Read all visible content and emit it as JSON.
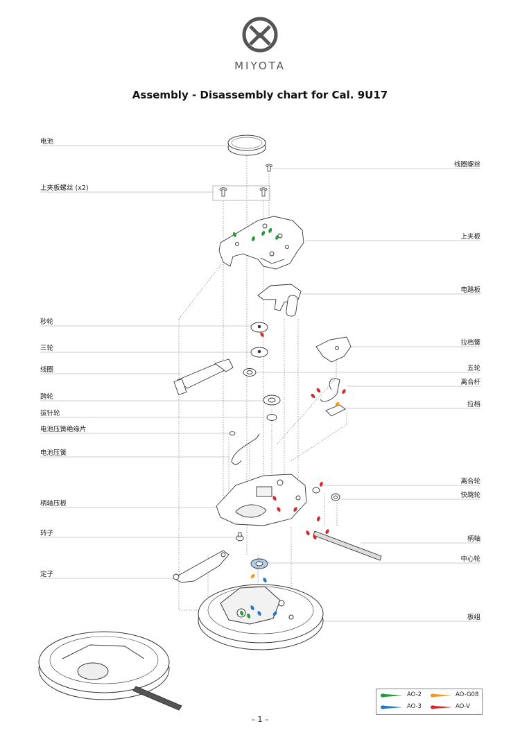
{
  "brand": {
    "name": "MIYOTA"
  },
  "title": "Assembly - Disassembly chart for Cal. 9U17",
  "labels": {
    "battery": "电池",
    "coil_screw": "线圈螺丝",
    "upper_plate_screw": "上夹板螺丝 (x2)",
    "upper_plate": "上夹板",
    "circuit_board": "电路板",
    "second_wheel": "秒轮",
    "third_wheel": "三轮",
    "setting_lever_spring": "拉档簧",
    "coil": "线圈",
    "fifth_wheel": "五轮",
    "yoke": "离合杆",
    "intermediate_wheel": "跨轮",
    "setting_lever": "拉档",
    "setting_wheel": "拔针轮",
    "battery_insulator": "电池压簧绝缘片",
    "battery_spring": "电池压簧",
    "clutch_wheel": "离合轮",
    "stem_plate": "柄轴压板",
    "quick_change_wheel": "快跳轮",
    "rotor": "转子",
    "winding_stem": "柄轴",
    "center_wheel": "中心轮",
    "stator": "定子",
    "main_plate": "板组"
  },
  "legend": {
    "items": [
      {
        "name": "AO-2",
        "color": "#1e9e3a"
      },
      {
        "name": "AO-G08",
        "color": "#f29a1a"
      },
      {
        "name": "AO-3",
        "color": "#1f78c8"
      },
      {
        "name": "AO-V",
        "color": "#d42a2a"
      }
    ]
  },
  "page_number": "– 1 –"
}
